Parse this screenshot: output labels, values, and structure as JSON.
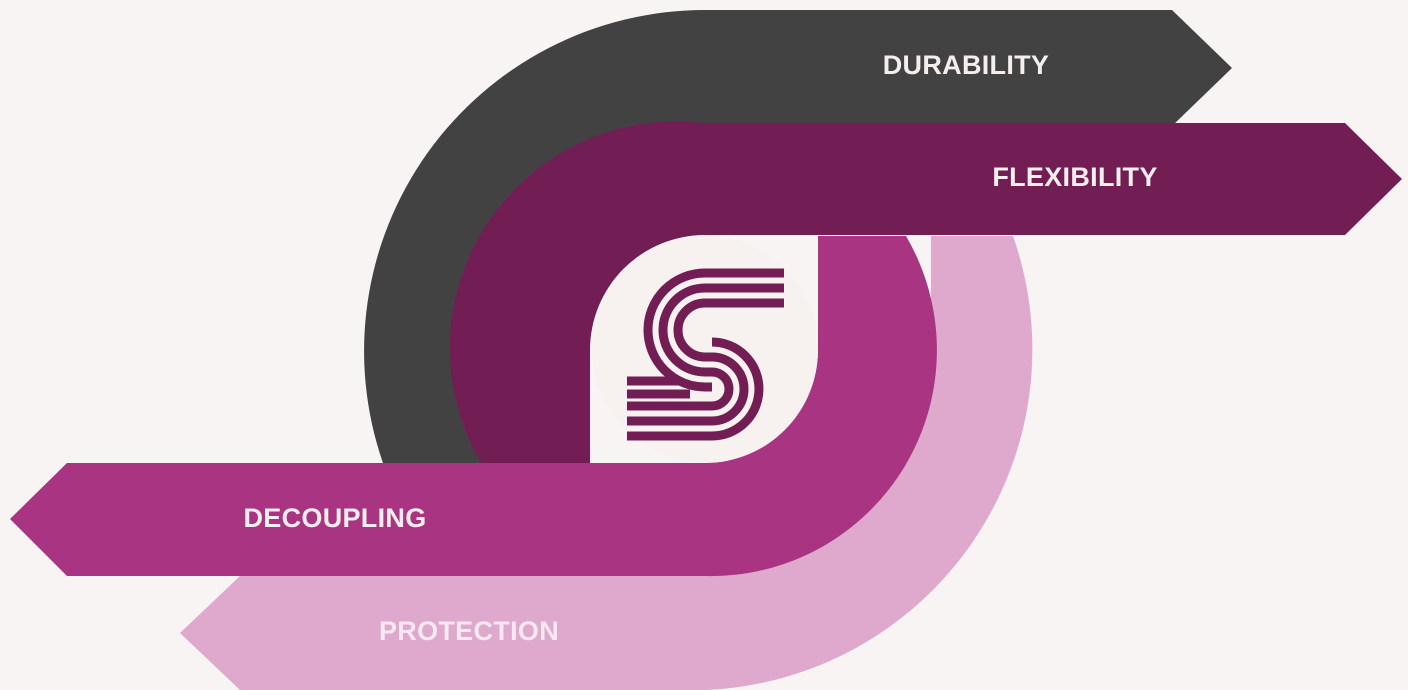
{
  "labels": {
    "durability": "DURABILITY",
    "flexibility": "FLEXIBILITY",
    "decoupling": "DECOUPLING",
    "protection": "PROTECTION"
  },
  "colors": {
    "background": "#f8f4f3",
    "durability_band": "#424242",
    "flexibility_band": "#721e54",
    "decoupling_band": "#a93482",
    "protection_band": "#dfa9cd",
    "light_label_text": "#f4eeec",
    "protection_label_text": "#f5e8f0",
    "logo_disc": "#f7f1f0",
    "logo_mark": "#721e54"
  },
  "logo": {
    "icon": "s-monogram-logo"
  }
}
